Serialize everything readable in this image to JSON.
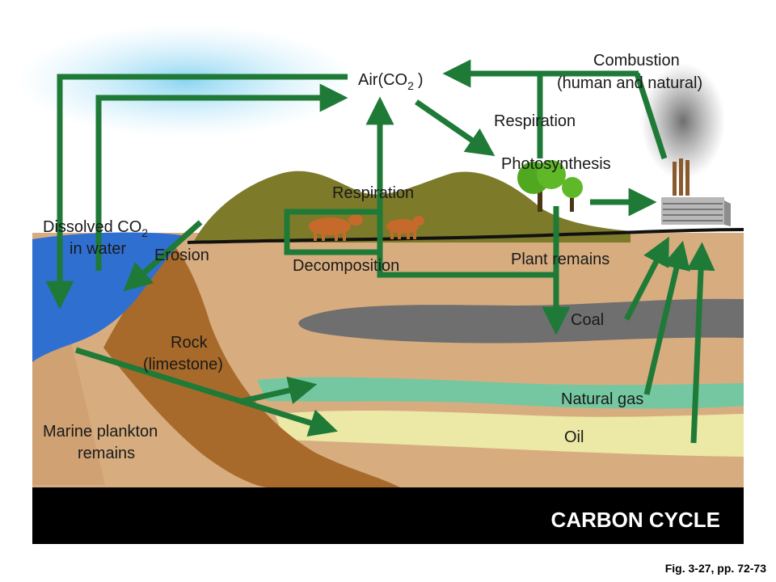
{
  "labels": {
    "air": "Air(CO",
    "air_sub": "2",
    "air_close": ")",
    "combustion_1": "Combustion",
    "combustion_2": "(human and natural)",
    "respiration_top": "Respiration",
    "photosynthesis": "Photosynthesis",
    "respiration_land": "Respiration",
    "dissolved_1": "Dissolved CO",
    "dissolved_sub": "2",
    "dissolved_2": "in water",
    "erosion": "Erosion",
    "decomposition": "Decomposition",
    "plant_remains": "Plant remains",
    "coal": "Coal",
    "rock_1": "Rock",
    "rock_2": "(limestone)",
    "natural_gas": "Natural gas",
    "oil": "Oil",
    "plankton_1": "Marine plankton",
    "plankton_2": "remains"
  },
  "banner": "CARBON CYCLE",
  "caption": "Fig. 3-27, pp. 72-73",
  "colors": {
    "arrow": "#1e7a36",
    "water": "#2f6fd0",
    "soil": "#d7ad80",
    "coal": "#6f6f6f",
    "natural_gas": "#74c7a0",
    "oil": "#ece8a6",
    "limestone": "#a86a2a",
    "hills": "#7d7a2a",
    "ground_band": "#000000"
  }
}
